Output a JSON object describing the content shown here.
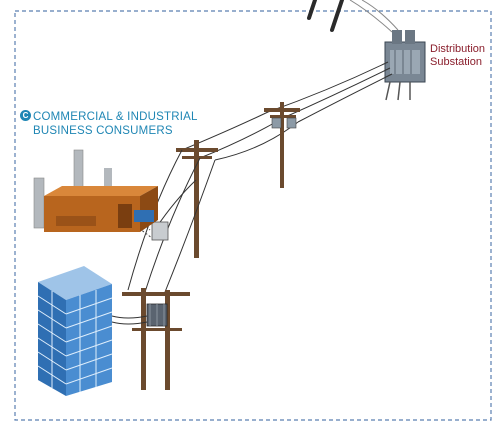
{
  "substation": {
    "line1": "Distribution",
    "line2": "Substation"
  },
  "consumers": {
    "badge": "C",
    "line1": "COMMERCIAL & INDUSTRIAL",
    "line2": "BUSINESS CONSUMERS"
  },
  "colors": {
    "frame_border": "#5b7fb0",
    "substation_text": "#8a1e2c",
    "consumer_text": "#1f86b4",
    "building_roof": "#b8651e",
    "glass": "#2f6fb3",
    "pole": "#6b4a2e"
  },
  "icons": [
    "substation-icon",
    "utility-pole-icon",
    "transformer-icon",
    "factory-icon",
    "office-building-icon"
  ]
}
